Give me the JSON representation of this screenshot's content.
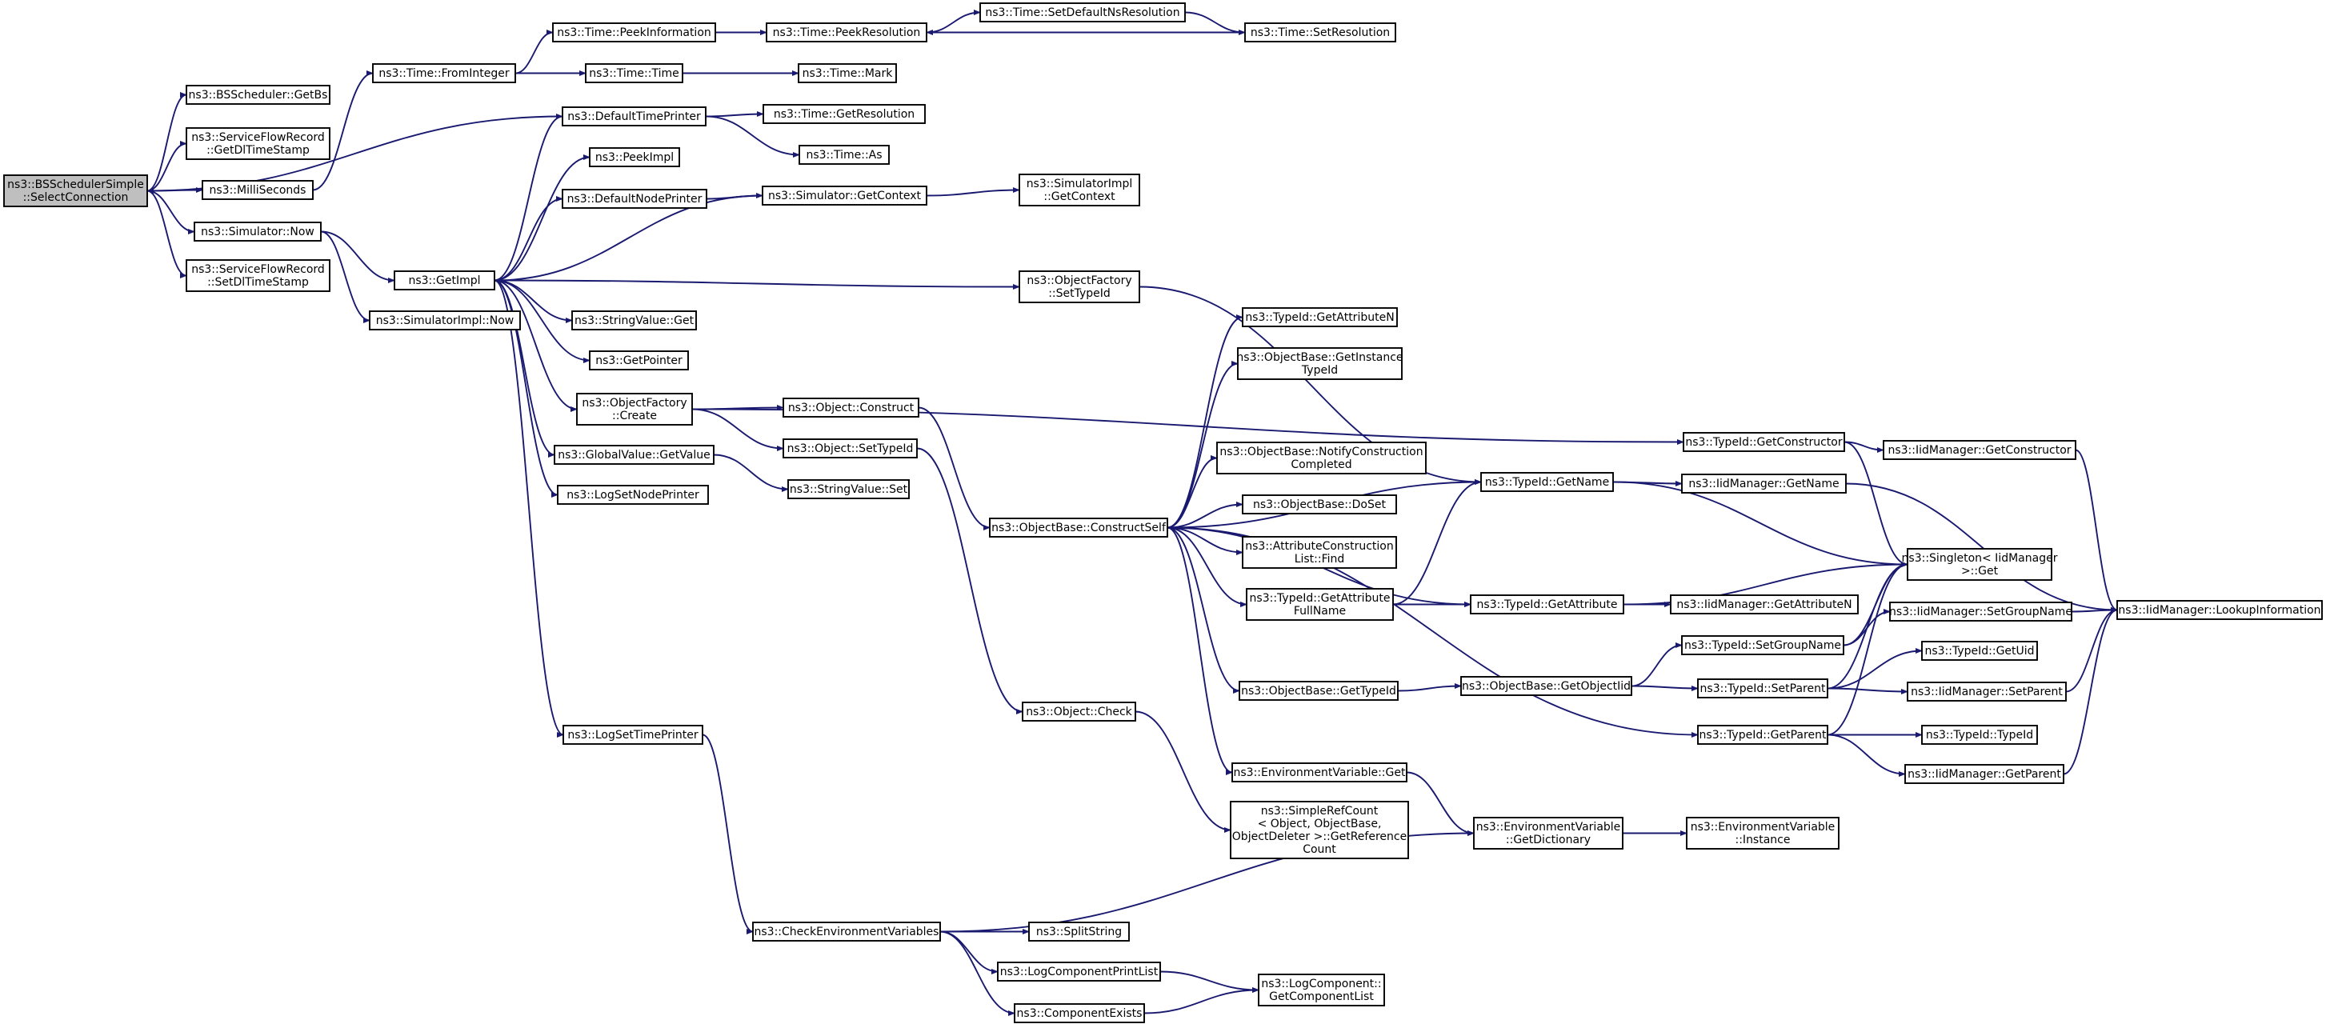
{
  "nodes": [
    {
      "id": "n0",
      "lines": [
        "ns3::BSSchedulerSimple",
        "::SelectConnection"
      ],
      "root": true
    },
    {
      "id": "n1",
      "lines": [
        "ns3::BSScheduler::GetBs"
      ]
    },
    {
      "id": "n2",
      "lines": [
        "ns3::ServiceFlowRecord",
        "::GetDlTimeStamp"
      ]
    },
    {
      "id": "n3",
      "lines": [
        "ns3::MilliSeconds"
      ]
    },
    {
      "id": "n4",
      "lines": [
        "ns3::Simulator::Now"
      ]
    },
    {
      "id": "n5",
      "lines": [
        "ns3::ServiceFlowRecord",
        "::SetDlTimeStamp"
      ]
    },
    {
      "id": "n6",
      "lines": [
        "ns3::Time::FromInteger"
      ]
    },
    {
      "id": "n7",
      "lines": [
        "ns3::Time::PeekInformation"
      ]
    },
    {
      "id": "n8",
      "lines": [
        "ns3::Time::PeekResolution"
      ]
    },
    {
      "id": "n9",
      "lines": [
        "ns3::Time::SetDefaultNsResolution"
      ]
    },
    {
      "id": "n10",
      "lines": [
        "ns3::Time::SetResolution"
      ]
    },
    {
      "id": "n11",
      "lines": [
        "ns3::Time::Time"
      ]
    },
    {
      "id": "n12",
      "lines": [
        "ns3::Time::Mark"
      ]
    },
    {
      "id": "n13",
      "lines": [
        "ns3::DefaultTimePrinter"
      ]
    },
    {
      "id": "n14",
      "lines": [
        "ns3::Time::GetResolution"
      ]
    },
    {
      "id": "n15",
      "lines": [
        "ns3::Time::As"
      ]
    },
    {
      "id": "n16",
      "lines": [
        "ns3::PeekImpl"
      ]
    },
    {
      "id": "n17",
      "lines": [
        "ns3::DefaultNodePrinter"
      ]
    },
    {
      "id": "n18",
      "lines": [
        "ns3::Simulator::GetContext"
      ]
    },
    {
      "id": "n19",
      "lines": [
        "ns3::SimulatorImpl",
        "::GetContext"
      ]
    },
    {
      "id": "n20",
      "lines": [
        "ns3::GetImpl"
      ]
    },
    {
      "id": "n21",
      "lines": [
        "ns3::SimulatorImpl::Now"
      ]
    },
    {
      "id": "n22",
      "lines": [
        "ns3::ObjectFactory",
        "::SetTypeId"
      ]
    },
    {
      "id": "n23",
      "lines": [
        "ns3::StringValue::Get"
      ]
    },
    {
      "id": "n24",
      "lines": [
        "ns3::GetPointer"
      ]
    },
    {
      "id": "n25",
      "lines": [
        "ns3::ObjectFactory",
        "::Create"
      ]
    },
    {
      "id": "n26",
      "lines": [
        "ns3::Object::Construct"
      ]
    },
    {
      "id": "n27",
      "lines": [
        "ns3::Object::SetTypeId"
      ]
    },
    {
      "id": "n28",
      "lines": [
        "ns3::GlobalValue::GetValue"
      ]
    },
    {
      "id": "n29",
      "lines": [
        "ns3::StringValue::Set"
      ]
    },
    {
      "id": "n30",
      "lines": [
        "ns3::LogSetNodePrinter"
      ]
    },
    {
      "id": "n31",
      "lines": [
        "ns3::LogSetTimePrinter"
      ]
    },
    {
      "id": "n32",
      "lines": [
        "ns3::TypeId::GetAttributeN"
      ]
    },
    {
      "id": "n33",
      "lines": [
        "ns3::ObjectBase::GetInstance",
        "TypeId"
      ]
    },
    {
      "id": "n34",
      "lines": [
        "ns3::ObjectBase::NotifyConstruction",
        "Completed"
      ]
    },
    {
      "id": "n35",
      "lines": [
        "ns3::ObjectBase::DoSet"
      ]
    },
    {
      "id": "n36",
      "lines": [
        "ns3::AttributeConstruction",
        "List::Find"
      ]
    },
    {
      "id": "n37",
      "lines": [
        "ns3::TypeId::GetAttribute",
        "FullName"
      ]
    },
    {
      "id": "n38",
      "lines": [
        "ns3::ObjectBase::ConstructSelf"
      ]
    },
    {
      "id": "n39",
      "lines": [
        "ns3::ObjectBase::GetTypeId"
      ]
    },
    {
      "id": "n40",
      "lines": [
        "ns3::Object::Check"
      ]
    },
    {
      "id": "n41",
      "lines": [
        "ns3::EnvironmentVariable::Get"
      ]
    },
    {
      "id": "n42",
      "lines": [
        "ns3::SimpleRefCount",
        "< Object, ObjectBase,",
        "ObjectDeleter >::GetReference",
        "Count"
      ]
    },
    {
      "id": "n43",
      "lines": [
        "ns3::TypeId::GetName"
      ]
    },
    {
      "id": "n44",
      "lines": [
        "ns3::TypeId::GetAttribute"
      ]
    },
    {
      "id": "n45",
      "lines": [
        "ns3::ObjectBase::GetObjectIid"
      ]
    },
    {
      "id": "n46",
      "lines": [
        "ns3::EnvironmentVariable",
        "::GetDictionary"
      ]
    },
    {
      "id": "n47",
      "lines": [
        "ns3::EnvironmentVariable",
        "::Instance"
      ]
    },
    {
      "id": "n48",
      "lines": [
        "ns3::CheckEnvironmentVariables"
      ]
    },
    {
      "id": "n49",
      "lines": [
        "ns3::SplitString"
      ]
    },
    {
      "id": "n50",
      "lines": [
        "ns3::LogComponentPrintList"
      ]
    },
    {
      "id": "n51",
      "lines": [
        "ns3::ComponentExists"
      ]
    },
    {
      "id": "n52",
      "lines": [
        "ns3::LogComponent::",
        "GetComponentList"
      ]
    },
    {
      "id": "n53",
      "lines": [
        "ns3::TypeId::GetConstructor"
      ]
    },
    {
      "id": "n54",
      "lines": [
        "ns3::IidManager::GetConstructor"
      ]
    },
    {
      "id": "n55",
      "lines": [
        "ns3::IidManager::GetName"
      ]
    },
    {
      "id": "n56",
      "lines": [
        "ns3::Singleton< IidManager",
        ">::Get"
      ]
    },
    {
      "id": "n57",
      "lines": [
        "ns3::IidManager::GetAttributeN"
      ]
    },
    {
      "id": "n58",
      "lines": [
        "ns3::TypeId::SetGroupName"
      ]
    },
    {
      "id": "n59",
      "lines": [
        "ns3::IidManager::SetGroupName"
      ]
    },
    {
      "id": "n60",
      "lines": [
        "ns3::TypeId::SetParent"
      ]
    },
    {
      "id": "n61",
      "lines": [
        "ns3::TypeId::GetUid"
      ]
    },
    {
      "id": "n62",
      "lines": [
        "ns3::IidManager::SetParent"
      ]
    },
    {
      "id": "n63",
      "lines": [
        "ns3::TypeId::GetParent"
      ]
    },
    {
      "id": "n64",
      "lines": [
        "ns3::TypeId::TypeId"
      ]
    },
    {
      "id": "n65",
      "lines": [
        "ns3::IidManager::GetParent"
      ]
    },
    {
      "id": "n66",
      "lines": [
        "ns3::IidManager::LookupInformation"
      ]
    }
  ]
}
